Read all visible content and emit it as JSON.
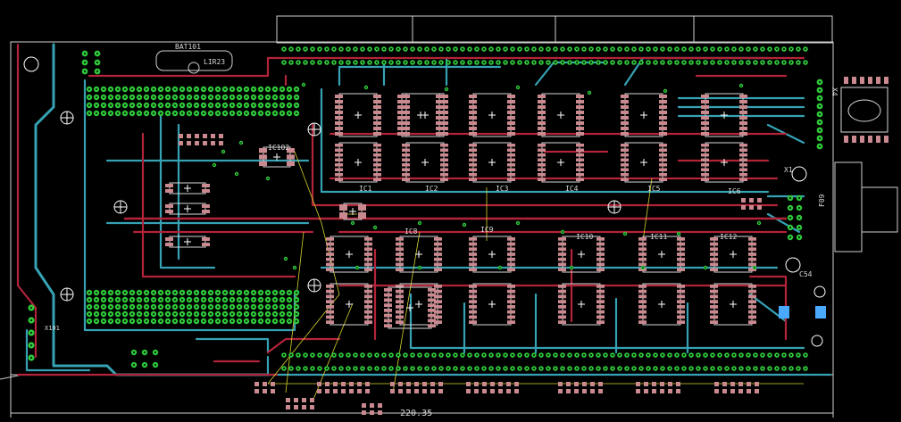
{
  "canvas": {
    "background": "#000000"
  },
  "colors": {
    "top_copper": "#b3243a",
    "bottom_copper": "#36a2b4",
    "pad": "#2ec83a",
    "via": "#2ec83a",
    "silk": "#d8d8d8",
    "ratsnest": "#d7d32a",
    "smd_pad": "#c9898f",
    "accent_blue": "#4aa8ff"
  },
  "labels": {
    "bat": "BAT101",
    "bat_value": "LIR23",
    "ic102": "IC102",
    "ic1": "IC1",
    "ic2": "IC2",
    "ic3": "IC3",
    "ic4": "IC4",
    "ic5": "IC5",
    "ic6": "IC6",
    "ic8": "IC8",
    "ic9": "IC9",
    "ic10": "IC10",
    "ic11": "IC11",
    "ic12": "IC12",
    "x1": "X1",
    "f09": "F09",
    "x4": "X4",
    "x101": "X101",
    "c54": "C54",
    "dimension": "220.35"
  }
}
